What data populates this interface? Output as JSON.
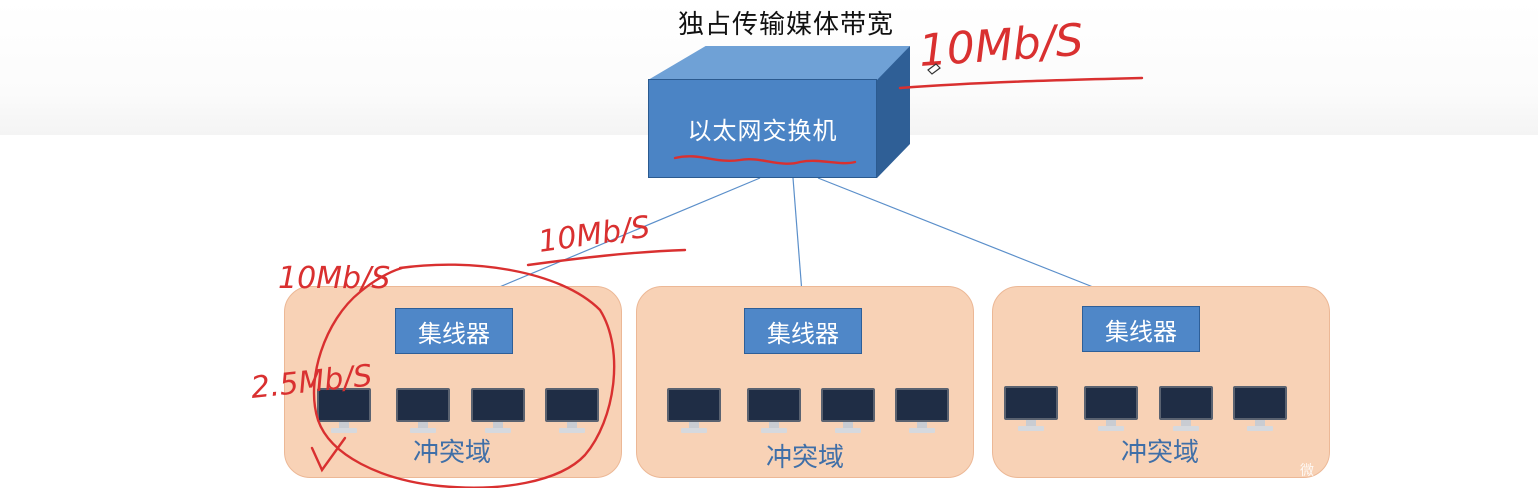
{
  "title": "独占传输媒体带宽",
  "switch_label": "以太网交换机",
  "hub_label": "集线器",
  "domain_label": "冲突域",
  "annotations": {
    "switch_bandwidth": "10Mb/S",
    "uplink_bandwidth": "10Mb/S",
    "hub_bandwidth": "10Mb/S",
    "shared_bandwidth": "2.5Mb/S"
  },
  "domains": [
    {
      "id": 1,
      "computers": 4
    },
    {
      "id": 2,
      "computers": 4
    },
    {
      "id": 3,
      "computers": 4
    }
  ],
  "watermark": "微",
  "colors": {
    "switch_front": "#4b84c5",
    "hub": "#4f87c8",
    "domain_fill": "#f8d2b6",
    "annotation_ink": "#d93030",
    "link_line": "#5b8fca"
  }
}
